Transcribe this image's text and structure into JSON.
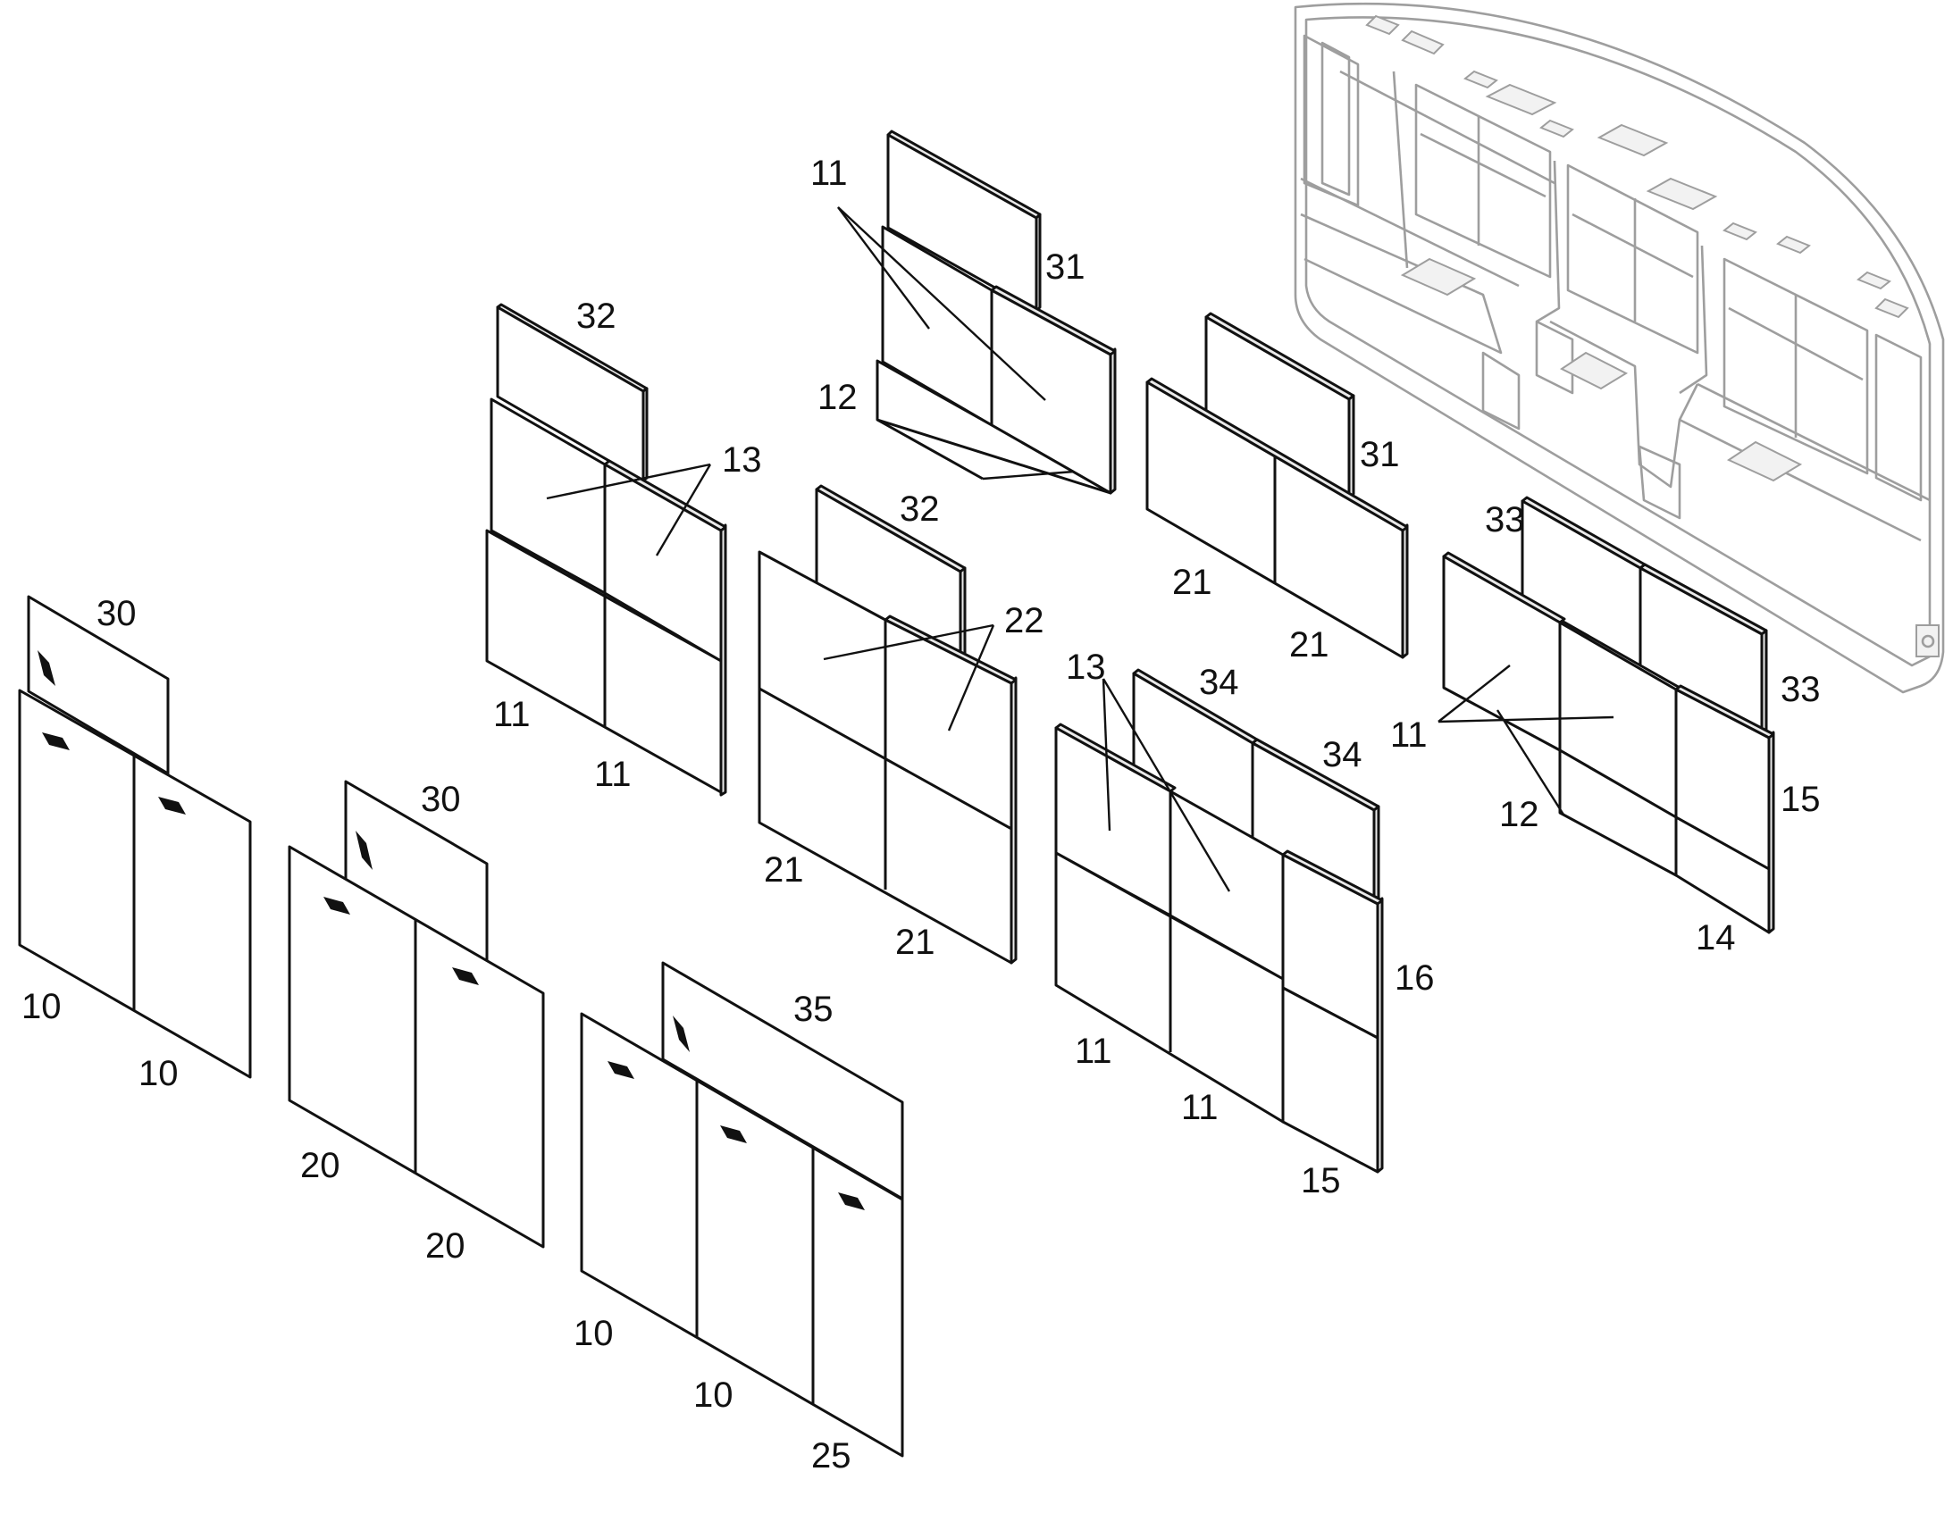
{
  "labels": {
    "p10a": "10",
    "p10b": "10",
    "p10c": "10",
    "p10d": "10",
    "p11a": "11",
    "p11b": "11",
    "p11c": "11",
    "p11d": "11",
    "p11e": "11",
    "p11f": "11",
    "p12a": "12",
    "p12b": "12",
    "p13a": "13",
    "p13b": "13",
    "p14": "14",
    "p15a": "15",
    "p15b": "15",
    "p16": "16",
    "p20a": "20",
    "p20b": "20",
    "p21a": "21",
    "p21b": "21",
    "p21c": "21",
    "p21d": "21",
    "p22": "22",
    "p25": "25",
    "p30a": "30",
    "p30b": "30",
    "p31a": "31",
    "p31b": "31",
    "p32a": "32",
    "p32b": "32",
    "p33a": "33",
    "p33b": "33",
    "p34a": "34",
    "p34b": "34",
    "p35": "35"
  },
  "colors": {
    "line": "#111111",
    "ghost_structure": "#9e9e9e",
    "background": "#ffffff"
  }
}
